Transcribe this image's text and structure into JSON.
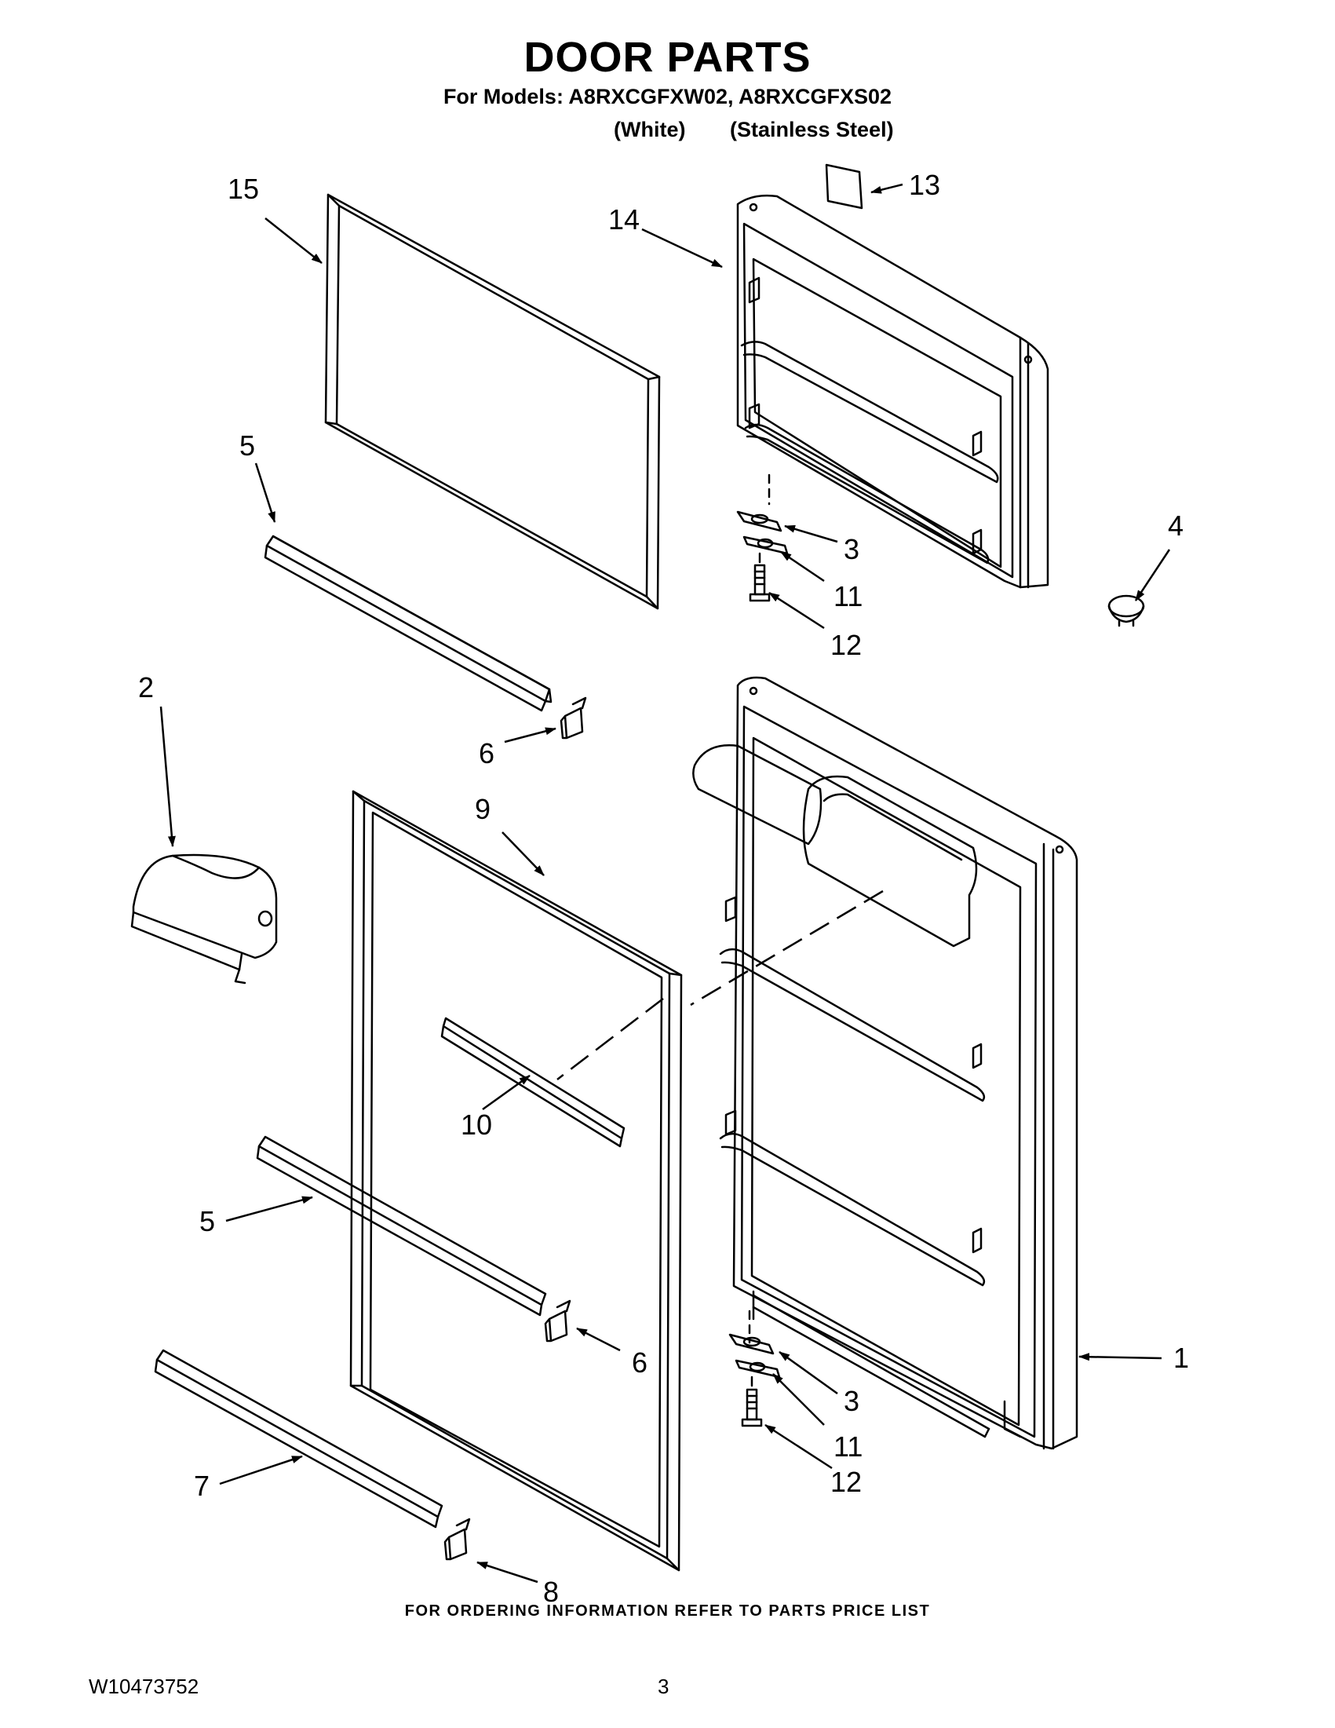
{
  "header": {
    "title": "DOOR PARTS",
    "subtitle": "For Models: A8RXCGFXW02, A8RXCGFXS02",
    "variant_1": "(White)",
    "variant_2": "(Stainless Steel)"
  },
  "callouts": [
    {
      "id": "c15",
      "label": "15"
    },
    {
      "id": "c14",
      "label": "14"
    },
    {
      "id": "c13",
      "label": "13"
    },
    {
      "id": "c5a",
      "label": "5"
    },
    {
      "id": "c4",
      "label": "4"
    },
    {
      "id": "c3a",
      "label": "3"
    },
    {
      "id": "c11a",
      "label": "11"
    },
    {
      "id": "c12a",
      "label": "12"
    },
    {
      "id": "c2",
      "label": "2"
    },
    {
      "id": "c6a",
      "label": "6"
    },
    {
      "id": "c9",
      "label": "9"
    },
    {
      "id": "c10",
      "label": "10"
    },
    {
      "id": "c5b",
      "label": "5"
    },
    {
      "id": "c6b",
      "label": "6"
    },
    {
      "id": "c1",
      "label": "1"
    },
    {
      "id": "c3b",
      "label": "3"
    },
    {
      "id": "c11b",
      "label": "11"
    },
    {
      "id": "c7",
      "label": "7"
    },
    {
      "id": "c12b",
      "label": "12"
    },
    {
      "id": "c8",
      "label": "8"
    }
  ],
  "footer": {
    "ordering_note": "FOR ORDERING INFORMATION REFER TO PARTS PRICE LIST",
    "doc_number": "W10473752",
    "page_number": "3"
  }
}
